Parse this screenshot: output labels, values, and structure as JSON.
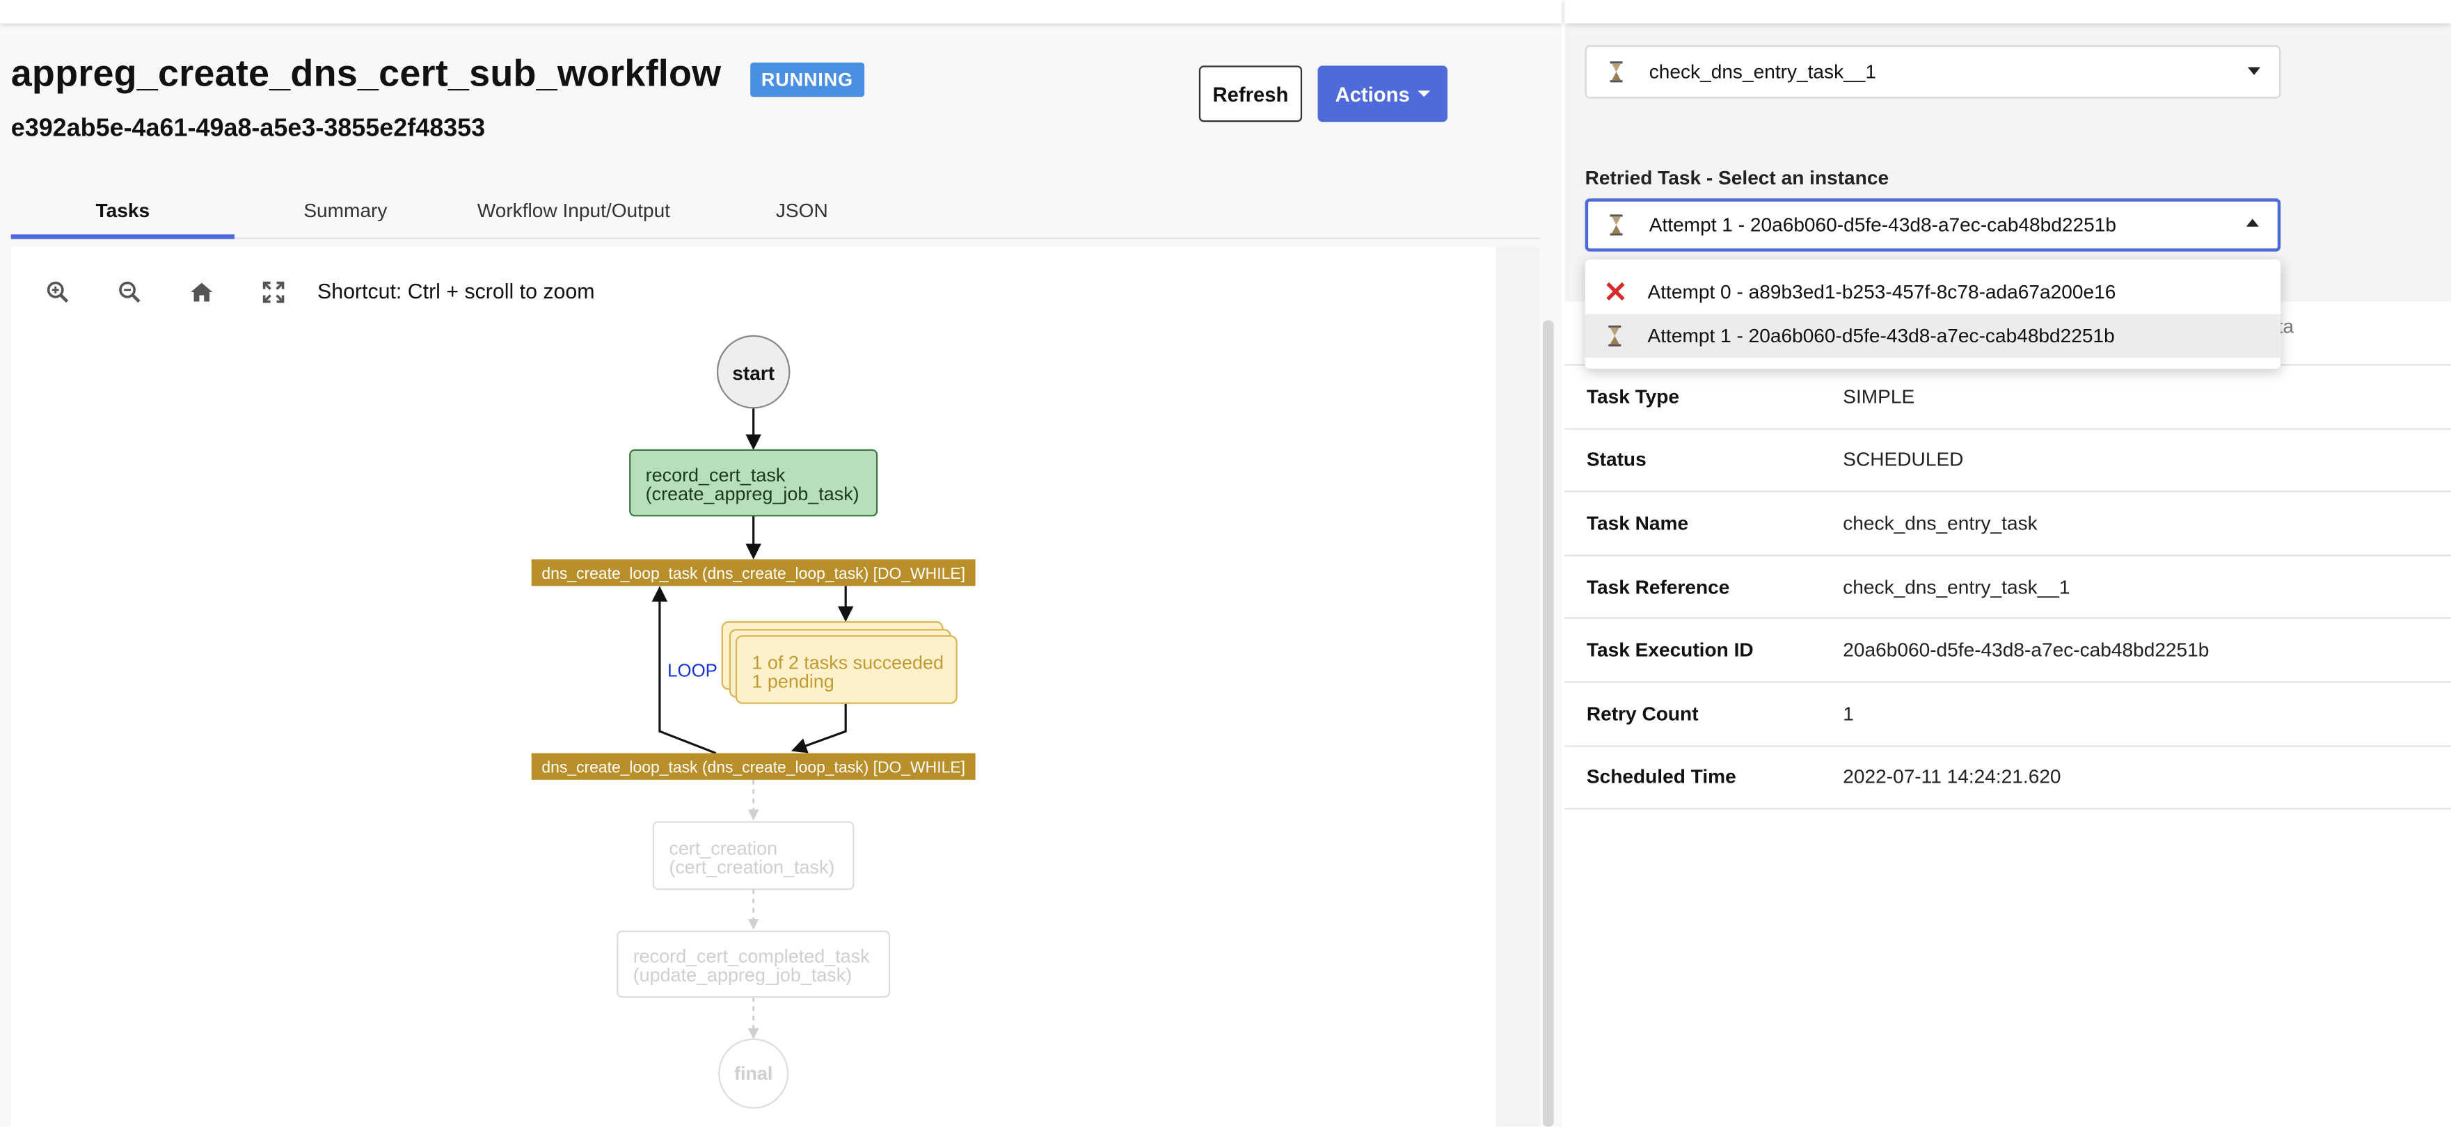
{
  "workflow": {
    "name": "appreg_create_dns_cert_sub_workflow",
    "status": "RUNNING",
    "id": "e392ab5e-4a61-49a8-a5e3-3855e2f48353"
  },
  "header_buttons": {
    "refresh": "Refresh",
    "actions": "Actions"
  },
  "tabs": [
    {
      "label": "Tasks",
      "active": true
    },
    {
      "label": "Summary"
    },
    {
      "label": "Workflow Input/Output"
    },
    {
      "label": "JSON"
    }
  ],
  "toolbar": {
    "shortcut": "Shortcut: Ctrl + scroll to zoom",
    "icons": [
      "zoom-in-icon",
      "zoom-out-icon",
      "home-icon",
      "fullscreen-icon"
    ]
  },
  "graph": {
    "start": "start",
    "record_cert_task": [
      "record_cert_task",
      "(create_appreg_job_task)"
    ],
    "loop_top": "dns_create_loop_task (dns_create_loop_task) [DO_WHILE]",
    "loop_label": "LOOP",
    "stack": [
      "1 of 2 tasks succeeded",
      "1 pending"
    ],
    "loop_bottom": "dns_create_loop_task (dns_create_loop_task) [DO_WHILE]",
    "cert_creation": [
      "cert_creation",
      "(cert_creation_task)"
    ],
    "record_cert_completed": [
      "record_cert_completed_task",
      "(update_appreg_job_task)"
    ],
    "final": "final",
    "colors": {
      "completed_fill": "#b7dfbb",
      "completed_border": "#3e7a45",
      "loop_bar": "#b98f2a",
      "pending_fill": "#fdf1cc",
      "pending_border": "#d9b556",
      "pending_text": "#c29a34",
      "loop_text": "#1533d6"
    }
  },
  "right_panel": {
    "task_select": {
      "value": "check_dns_entry_task__1",
      "icon": "hourglass-icon"
    },
    "retried_label": "Retried Task - Select an instance",
    "attempt_select": {
      "value": "Attempt 1 - 20a6b060-d5fe-43d8-a7ec-cab48bd2251b",
      "icon": "hourglass-icon"
    },
    "attempt_options": [
      {
        "label": "Attempt 0 - a89b3ed1-b253-457f-8c78-ada67a200e16",
        "icon": "failed-x-icon"
      },
      {
        "label": "Attempt 1 - 20a6b060-d5fe-43d8-a7ec-cab48bd2251b",
        "icon": "hourglass-icon",
        "selected": true
      }
    ],
    "partial_tab": "ta",
    "details": [
      {
        "key": "Task Type",
        "value": "SIMPLE"
      },
      {
        "key": "Status",
        "value": "SCHEDULED"
      },
      {
        "key": "Task Name",
        "value": "check_dns_entry_task"
      },
      {
        "key": "Task Reference",
        "value": "check_dns_entry_task__1"
      },
      {
        "key": "Task Execution ID",
        "value": "20a6b060-d5fe-43d8-a7ec-cab48bd2251b"
      },
      {
        "key": "Retry Count",
        "value": "1"
      },
      {
        "key": "Scheduled Time",
        "value": "2022-07-11 14:24:21.620"
      }
    ]
  }
}
